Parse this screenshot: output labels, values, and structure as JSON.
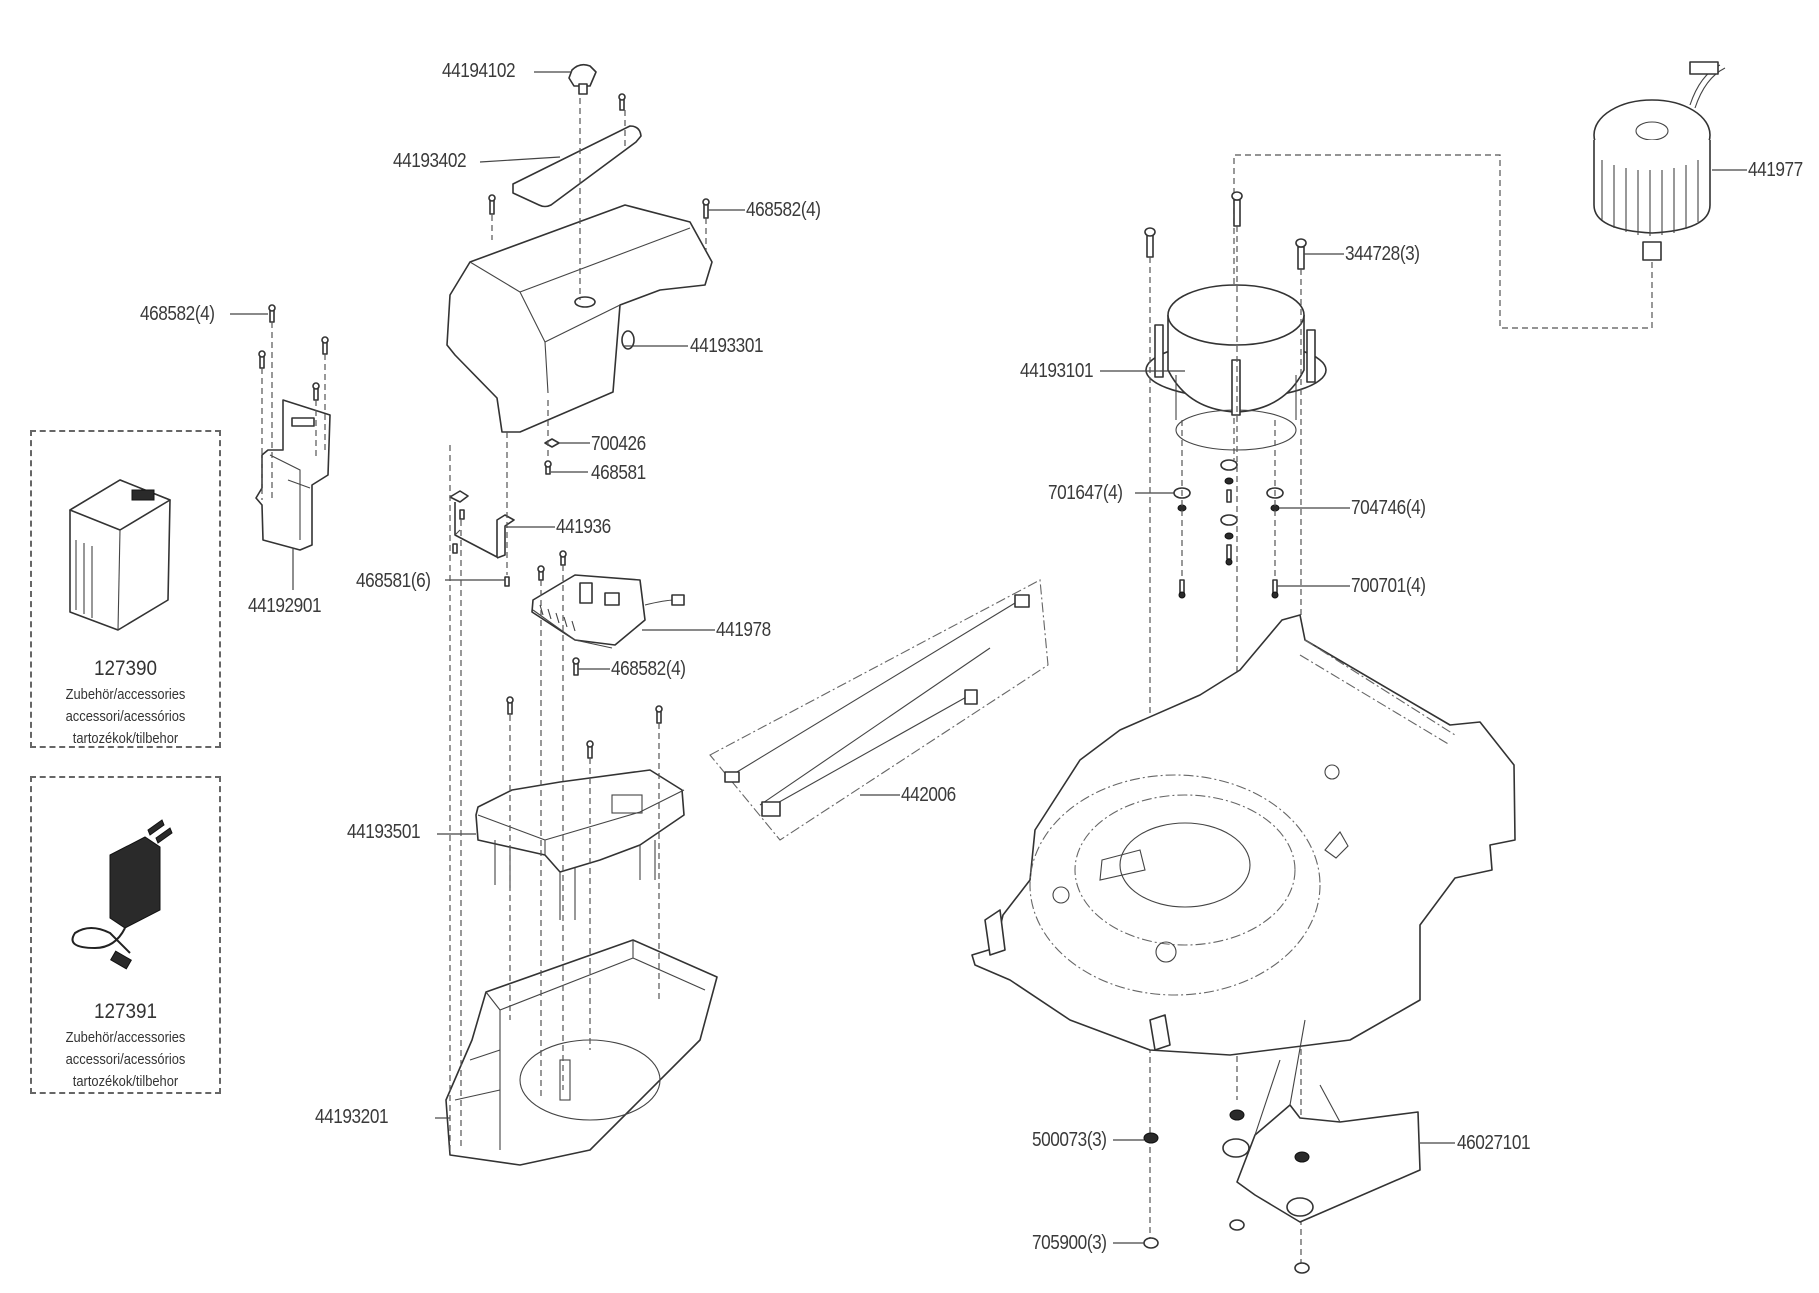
{
  "diagram": {
    "type": "exploded-parts-diagram",
    "subject": "cordless lawn mower"
  },
  "callouts": {
    "c44194102": "44194102",
    "c44193402": "44193402",
    "c468582_top": "468582(4)",
    "c468582_left": "468582(4)",
    "c44193301": "44193301",
    "c700426": "700426",
    "c468581": "468581",
    "c441936": "441936",
    "c468581_6": "468581(6)",
    "c44192901": "44192901",
    "c441978": "441978",
    "c468582_mid": "468582(4)",
    "c44193501": "44193501",
    "c44193201": "44193201",
    "c442006": "442006",
    "c441977": "441977",
    "c344728": "344728(3)",
    "c44193101": "44193101",
    "c701647": "701647(4)",
    "c704746": "704746(4)",
    "c700701": "700701(4)",
    "c500073": "500073(3)",
    "c705900": "705900(3)",
    "c46027101": "46027101"
  },
  "accessories": [
    {
      "part_number": "127390",
      "icon": "battery-icon",
      "lines": [
        "Zubehör/accessories",
        "accessori/acessórios",
        "tartozékok/tilbehor"
      ]
    },
    {
      "part_number": "127391",
      "icon": "charger-icon",
      "lines": [
        "Zubehör/accessories",
        "accessori/acessórios",
        "tartozékok/tilbehor"
      ]
    }
  ]
}
